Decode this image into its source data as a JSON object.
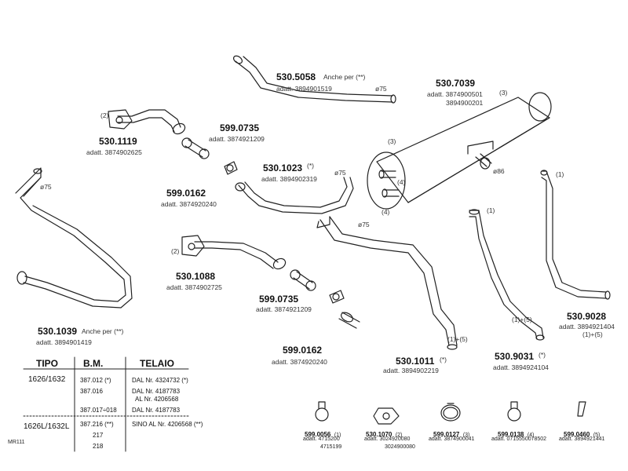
{
  "parts": [
    {
      "num": "530.5058",
      "note": "Anche per (**)",
      "adatt": "adatt. 3894901519",
      "dia": "ø75"
    },
    {
      "num": "530.7039",
      "adatt": "adatt. 3874900501",
      "adatt2": "3894900201",
      "qty": "(3)"
    },
    {
      "num": "530.1119",
      "adatt": "adatt. 3874902625",
      "qty": "(2)"
    },
    {
      "num": "599.0735",
      "adatt": "adatt. 3874921209"
    },
    {
      "num": "530.1023",
      "star": "(*)",
      "adatt": "adatt. 3894902319",
      "dia": "ø75"
    },
    {
      "num": "599.0162",
      "adatt": "adatt. 3874920240"
    },
    {
      "num": "530.1088",
      "adatt": "adatt. 3874902725",
      "qty": "(2)"
    },
    {
      "num": "599.0735",
      "adatt": "adatt. 3874921209"
    },
    {
      "num": "599.0162",
      "adatt": "adatt. 3874920240"
    },
    {
      "num": "530.1039",
      "note": "Anche per (**)",
      "adatt": "adatt. 3894901419",
      "dia": "ø75"
    },
    {
      "num": "530.1011",
      "star": "(*)",
      "adatt": "adatt. 3894902219",
      "dia": "ø75",
      "qty": "(1)+(5)"
    },
    {
      "num": "530.9031",
      "star": "(*)",
      "adatt": "adatt. 3894924104",
      "qty1": "(1)",
      "qty2": "(1)+(5)"
    },
    {
      "num": "530.9028",
      "adatt": "adatt. 3894921404",
      "qty1": "(1)",
      "qty2": "(1)+(5)"
    }
  ],
  "muffler": {
    "q3": "(3)",
    "q4a": "(4)",
    "q4b": "(4)",
    "dia": "ø86"
  },
  "hardware": [
    {
      "num": "599.0056",
      "qty": "(1)",
      "adatt": "adatt. 4715200",
      "adatt2": "4715199"
    },
    {
      "num": "530.1070",
      "qty": "(2)",
      "adatt": "adatt. 3024920080",
      "adatt2": "3024900080"
    },
    {
      "num": "599.0127",
      "qty": "(3)",
      "adatt": "adatt. 3874900041"
    },
    {
      "num": "599.0138",
      "qty": "(4)",
      "adatt": "adatt. 0715550078502"
    },
    {
      "num": "599.0460",
      "qty": "(5)",
      "adatt": "adatt. 3894921441"
    }
  ],
  "table": {
    "headers": [
      "TIPO",
      "B.M.",
      "TELAIO"
    ],
    "rows": [
      {
        "tipo": "1626/1632",
        "bm": "387.012 (*)",
        "telaio": "DAL Nr. 4324732 (*)"
      },
      {
        "tipo": "",
        "bm": "387.016",
        "telaio": "DAL Nr. 4187783"
      },
      {
        "tipo": "",
        "bm": "",
        "telaio": "AL Nr. 4206568"
      },
      {
        "tipo": "",
        "bm": "387.017÷018",
        "telaio": "DAL Nr. 4187783"
      },
      {
        "tipo": "1626L/1632L",
        "bm": "387.216 (**)",
        "telaio": "SINO AL Nr. 4206568 (**)"
      },
      {
        "tipo": "",
        "bm": "217",
        "telaio": ""
      },
      {
        "tipo": "",
        "bm": "218",
        "telaio": ""
      }
    ]
  },
  "footer_code": "MR111"
}
